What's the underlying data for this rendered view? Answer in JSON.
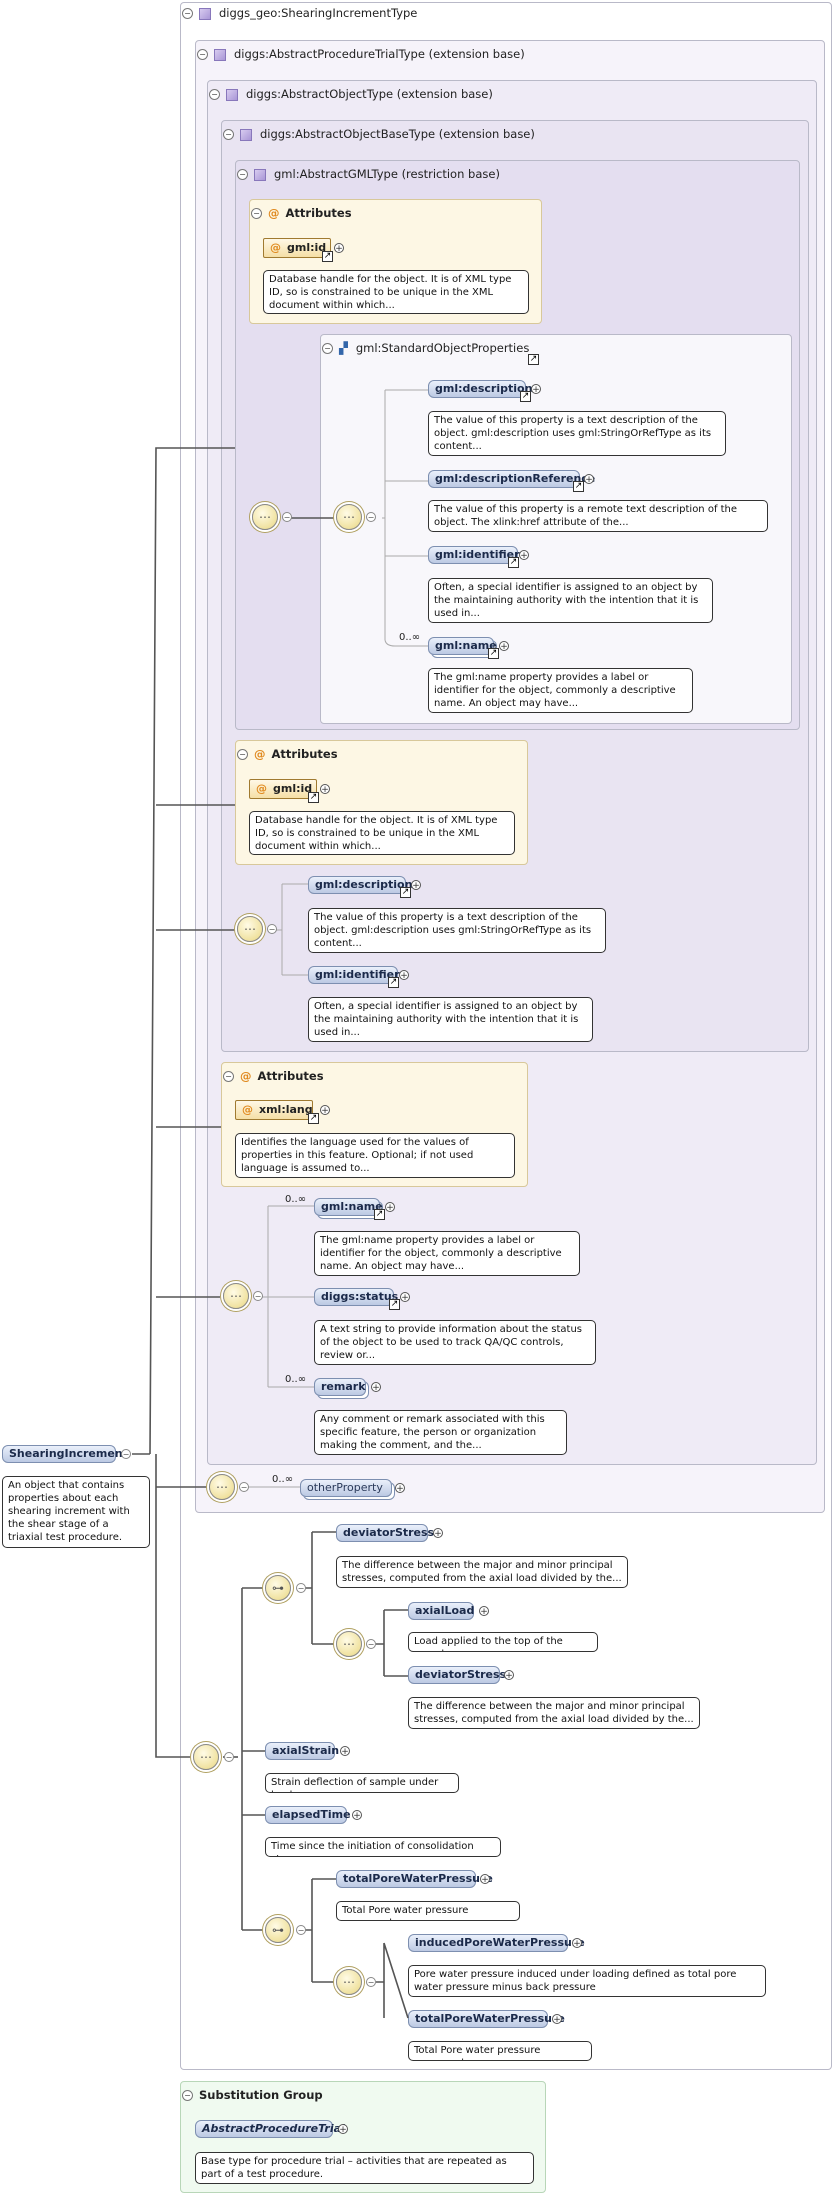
{
  "root": {
    "element": "ShearingIncrement",
    "description": "An object that contains properties about each shearing increment with the shear stage of a triaxial test procedure."
  },
  "type_box": {
    "title": "diggs_geo:ShearingIncrementType"
  },
  "procedure_trial_box": {
    "title": "diggs:AbstractProcedureTrialType (extension base)"
  },
  "object_box": {
    "title": "diggs:AbstractObjectType (extension base)"
  },
  "object_base_box": {
    "title": "diggs:AbstractObjectBaseType (extension base)"
  },
  "gml_box": {
    "title": "gml:AbstractGMLType (restriction base)"
  },
  "attributes_label": "Attributes",
  "gml_attrs": {
    "name": "gml:id",
    "description": "Database handle for the object. It is of XML type ID, so is constrained to be unique in the XML document within which..."
  },
  "std_props": {
    "title": "gml:StandardObjectProperties",
    "items": [
      {
        "name": "gml:description",
        "description": "The value of this property is a text description of the object. gml:description uses gml:StringOrRefType as its content..."
      },
      {
        "name": "gml:descriptionReference",
        "description": "The value of this property is a remote text description of the object. The xlink:href attribute of the..."
      },
      {
        "name": "gml:identifier",
        "description": "Often, a special identifier is assigned to an object by the maintaining authority with the intention that it is used in..."
      },
      {
        "name": "gml:name",
        "card": "0..∞",
        "description": "The gml:name property provides a label or identifier for the object, commonly a descriptive name. An object may have..."
      }
    ]
  },
  "base_attrs": {
    "name": "gml:id",
    "description": "Database handle for the object. It is of XML type ID, so is constrained to be unique in the XML document within which..."
  },
  "base_seq": [
    {
      "name": "gml:description",
      "description": "The value of this property is a text description of the object. gml:description uses gml:StringOrRefType as its content..."
    },
    {
      "name": "gml:identifier",
      "description": "Often, a special identifier is assigned to an object by the maintaining authority with the intention that it is used in..."
    }
  ],
  "object_attrs": {
    "name": "xml:lang",
    "description": "Identifies the language used for the values of properties in this feature. Optional; if not used language is assumed to..."
  },
  "object_seq": [
    {
      "name": "gml:name",
      "card": "0..∞",
      "description": "The gml:name property provides a label or identifier for the object, commonly a descriptive name. An object may have..."
    },
    {
      "name": "diggs:status",
      "description": "A text string to provide information about the status of the object to be used to track QA/QC controls, review or..."
    },
    {
      "name": "remark",
      "card": "0..∞",
      "description": "Any comment or remark associated with this specific feature, the person or organization making the comment, and the..."
    }
  ],
  "other_property": {
    "name": "otherProperty",
    "card": "0..∞"
  },
  "choice1": {
    "first": {
      "name": "deviatorStress",
      "description": "The difference between the major and minor principal stresses, computed from the axial load divided by the..."
    },
    "seq": [
      {
        "name": "axialLoad",
        "description": "Load applied to the top of the sample"
      },
      {
        "name": "deviatorStress",
        "description": "The difference between the major and minor principal stresses, computed from the axial load divided by the..."
      }
    ]
  },
  "axial_strain": {
    "name": "axialStrain",
    "description": "Strain deflection of sample under load"
  },
  "elapsed_time": {
    "name": "elapsedTime",
    "description": "Time since the initiation of consolidation stage"
  },
  "choice2": {
    "first": {
      "name": "totalPoreWaterPressure",
      "description": "Total Pore water pressure measured"
    },
    "seq": [
      {
        "name": "inducedPoreWaterPressure",
        "description": "Pore water pressure induced under loading defined as total pore water pressure minus back pressure"
      },
      {
        "name": "totalPoreWaterPressure",
        "description": "Total Pore water pressure measured"
      }
    ]
  },
  "substitution": {
    "title": "Substitution Group",
    "name": "AbstractProcedureTrial",
    "description": "Base type for procedure trial – activities that are repeated as part of a test procedure."
  }
}
